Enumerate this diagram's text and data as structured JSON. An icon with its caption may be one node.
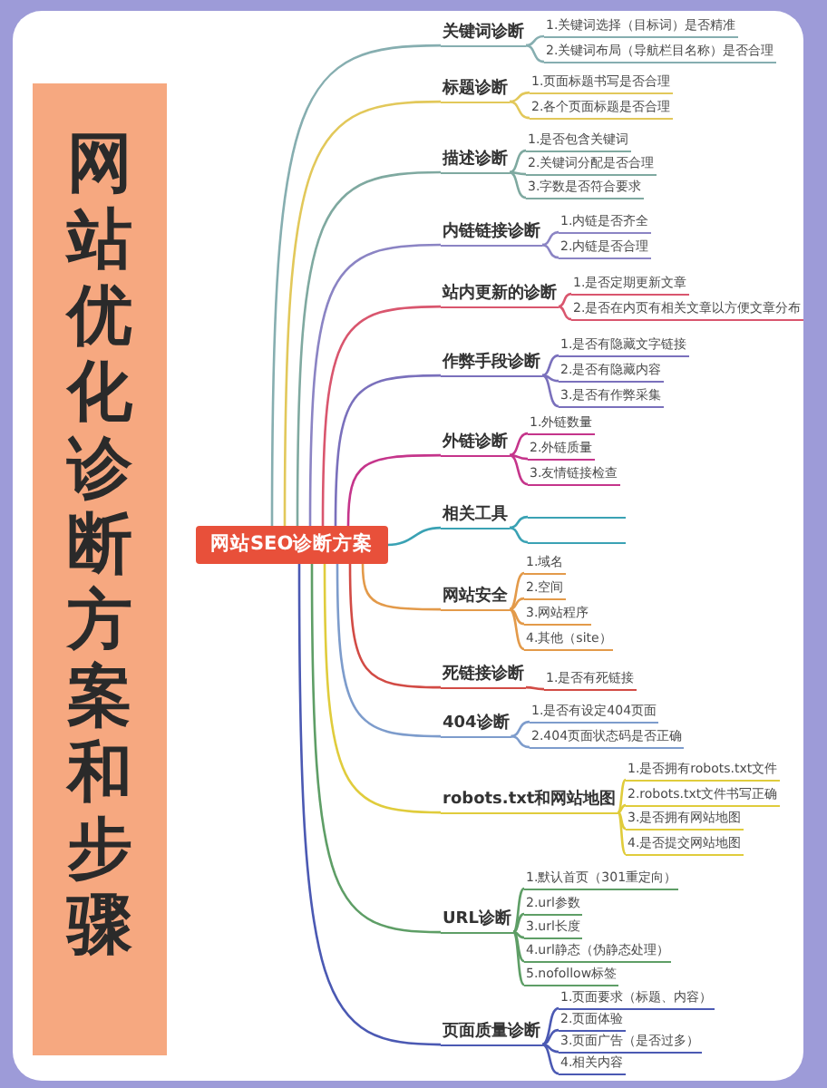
{
  "diagram": {
    "title": "网站优化诊断方案和步骤",
    "nodes": [
      {
        "text": [
          "网站SEO诊断方案"
        ]
      },
      {
        "text": [
          "关键词诊断"
        ]
      },
      {
        "text": [
          "1.关键词选择（目标词）是否精准"
        ]
      },
      {
        "text": [
          "2.关键词布局（导航栏目名称）是否合理"
        ]
      },
      {
        "text": [
          "标题诊断"
        ]
      },
      {
        "text": [
          "1.页面标题书写是否合理"
        ]
      },
      {
        "text": [
          "2.各个页面标题是否合理"
        ]
      },
      {
        "text": [
          "描述诊断"
        ]
      },
      {
        "text": [
          "1.是否包含关键词"
        ]
      },
      {
        "text": [
          "2.关键词分配是否合理"
        ]
      },
      {
        "text": [
          "3.字数是否符合要求"
        ]
      },
      {
        "text": [
          "内链链接诊断"
        ]
      },
      {
        "text": [
          "1.内链是否齐全"
        ]
      },
      {
        "text": [
          "2.内链是否合理"
        ]
      },
      {
        "text": [
          "站内更新的诊断"
        ]
      },
      {
        "text": [
          "1.是否定期更新文章"
        ]
      },
      {
        "text": [
          "2.是否在内页有相关文章以方便文章分布"
        ]
      },
      {
        "text": [
          "作弊手段诊断"
        ]
      },
      {
        "text": [
          "1.是否有隐藏文字链接"
        ]
      },
      {
        "text": [
          "2.是否有隐藏内容"
        ]
      },
      {
        "text": [
          "3.是否有作弊采集"
        ]
      },
      {
        "text": [
          "外链诊断"
        ]
      },
      {
        "text": [
          "1.外链数量"
        ]
      },
      {
        "text": [
          "2.外链质量"
        ]
      },
      {
        "text": [
          "3.友情链接检查"
        ]
      },
      {
        "text": [
          "相关工具"
        ]
      },
      {
        "text": [],
        "shape": "line"
      },
      {
        "text": [],
        "shape": "line"
      },
      {
        "text": [
          "网站安全"
        ]
      },
      {
        "text": [
          "1.域名"
        ]
      },
      {
        "text": [
          "2.空间"
        ]
      },
      {
        "text": [
          "3.网站程序"
        ]
      },
      {
        "text": [
          "4.其他（site）"
        ]
      },
      {
        "text": [
          "死链接诊断"
        ]
      },
      {
        "text": [
          "1.是否有死链接"
        ]
      },
      {
        "text": [
          "404诊断"
        ]
      },
      {
        "text": [
          "1.是否有设定404页面"
        ]
      },
      {
        "text": [
          "2.404页面状态码是否正确"
        ]
      },
      {
        "text": [
          "robots.txt和网站地图"
        ]
      },
      {
        "text": [
          "1.是否拥有robots.txt文件"
        ]
      },
      {
        "text": [
          "2.robots.txt文件书写正确"
        ]
      },
      {
        "text": [
          "3.是否拥有网站地图"
        ]
      },
      {
        "text": [
          "4.是否提交网站地图"
        ]
      },
      {
        "text": [
          "URL诊断"
        ]
      },
      {
        "text": [
          "1.默认首页（301重定向）"
        ]
      },
      {
        "text": [
          "2.url参数"
        ]
      },
      {
        "text": [
          "3.url长度"
        ]
      },
      {
        "text": [
          "4.url静态（伪静态处理）"
        ]
      },
      {
        "text": [
          "5.nofollow标签"
        ]
      },
      {
        "text": [
          "页面质量诊断"
        ]
      },
      {
        "text": [
          "1.页面要求（标题、内容）"
        ]
      },
      {
        "text": [
          "2.页面体验"
        ]
      },
      {
        "text": [
          "3.页面广告（是否过多）"
        ]
      },
      {
        "text": [
          "4.相关内容"
        ]
      }
    ],
    "edges": [
      {
        "from": 0,
        "to": 1,
        "arrow": "none",
        "color": "#86aeb0"
      },
      {
        "from": 1,
        "to": 2,
        "arrow": "none",
        "color": "#86aeb0"
      },
      {
        "from": 1,
        "to": 3,
        "arrow": "none",
        "color": "#86aeb0"
      },
      {
        "from": 0,
        "to": 4,
        "arrow": "none",
        "color": "#e2c85a"
      },
      {
        "from": 4,
        "to": 5,
        "arrow": "none",
        "color": "#e2c85a"
      },
      {
        "from": 4,
        "to": 6,
        "arrow": "none",
        "color": "#e2c85a"
      },
      {
        "from": 0,
        "to": 7,
        "arrow": "none",
        "color": "#7fa9a0"
      },
      {
        "from": 7,
        "to": 8,
        "arrow": "none",
        "color": "#7fa9a0"
      },
      {
        "from": 7,
        "to": 9,
        "arrow": "none",
        "color": "#7fa9a0"
      },
      {
        "from": 7,
        "to": 10,
        "arrow": "none",
        "color": "#7fa9a0"
      },
      {
        "from": 0,
        "to": 11,
        "arrow": "none",
        "color": "#8b84c4"
      },
      {
        "from": 11,
        "to": 12,
        "arrow": "none",
        "color": "#8b84c4"
      },
      {
        "from": 11,
        "to": 13,
        "arrow": "none",
        "color": "#8b84c4"
      },
      {
        "from": 0,
        "to": 14,
        "arrow": "none",
        "color": "#d9566e"
      },
      {
        "from": 14,
        "to": 15,
        "arrow": "none",
        "color": "#d9566e"
      },
      {
        "from": 14,
        "to": 16,
        "arrow": "none",
        "color": "#d9566e"
      },
      {
        "from": 0,
        "to": 17,
        "arrow": "none",
        "color": "#7a70bc"
      },
      {
        "from": 17,
        "to": 18,
        "arrow": "none",
        "color": "#7a70bc"
      },
      {
        "from": 17,
        "to": 19,
        "arrow": "none",
        "color": "#7a70bc"
      },
      {
        "from": 17,
        "to": 20,
        "arrow": "none",
        "color": "#7a70bc"
      },
      {
        "from": 0,
        "to": 21,
        "arrow": "none",
        "color": "#c5358b"
      },
      {
        "from": 21,
        "to": 22,
        "arrow": "none",
        "color": "#c5358b"
      },
      {
        "from": 21,
        "to": 23,
        "arrow": "none",
        "color": "#c5358b"
      },
      {
        "from": 21,
        "to": 24,
        "arrow": "none",
        "color": "#c5358b"
      },
      {
        "from": 0,
        "to": 25,
        "arrow": "none",
        "color": "#3aa2b4"
      },
      {
        "from": 25,
        "to": 26,
        "arrow": "none",
        "color": "#3aa2b4"
      },
      {
        "from": 25,
        "to": 27,
        "arrow": "none",
        "color": "#3aa2b4"
      },
      {
        "from": 0,
        "to": 28,
        "arrow": "none",
        "color": "#e39a4a"
      },
      {
        "from": 28,
        "to": 29,
        "arrow": "none",
        "color": "#e39a4a"
      },
      {
        "from": 28,
        "to": 30,
        "arrow": "none",
        "color": "#e39a4a"
      },
      {
        "from": 28,
        "to": 31,
        "arrow": "none",
        "color": "#e39a4a"
      },
      {
        "from": 28,
        "to": 32,
        "arrow": "none",
        "color": "#e39a4a"
      },
      {
        "from": 0,
        "to": 33,
        "arrow": "none",
        "color": "#d24b45"
      },
      {
        "from": 33,
        "to": 34,
        "arrow": "none",
        "color": "#d24b45"
      },
      {
        "from": 0,
        "to": 35,
        "arrow": "none",
        "color": "#7d9ccc"
      },
      {
        "from": 35,
        "to": 36,
        "arrow": "none",
        "color": "#7d9ccc"
      },
      {
        "from": 35,
        "to": 37,
        "arrow": "none",
        "color": "#7d9ccc"
      },
      {
        "from": 0,
        "to": 38,
        "arrow": "none",
        "color": "#e0cc3c"
      },
      {
        "from": 38,
        "to": 39,
        "arrow": "none",
        "color": "#e0cc3c"
      },
      {
        "from": 38,
        "to": 40,
        "arrow": "none",
        "color": "#e0cc3c"
      },
      {
        "from": 38,
        "to": 41,
        "arrow": "none",
        "color": "#e0cc3c"
      },
      {
        "from": 38,
        "to": 42,
        "arrow": "none",
        "color": "#e0cc3c"
      },
      {
        "from": 0,
        "to": 43,
        "arrow": "none",
        "color": "#5e9e66"
      },
      {
        "from": 43,
        "to": 44,
        "arrow": "none",
        "color": "#5e9e66"
      },
      {
        "from": 43,
        "to": 45,
        "arrow": "none",
        "color": "#5e9e66"
      },
      {
        "from": 43,
        "to": 46,
        "arrow": "none",
        "color": "#5e9e66"
      },
      {
        "from": 43,
        "to": 47,
        "arrow": "none",
        "color": "#5e9e66"
      },
      {
        "from": 43,
        "to": 48,
        "arrow": "none",
        "color": "#5e9e66"
      },
      {
        "from": 0,
        "to": 49,
        "arrow": "none",
        "color": "#4b59b3"
      },
      {
        "from": 49,
        "to": 50,
        "arrow": "none",
        "color": "#4b59b3"
      },
      {
        "from": 49,
        "to": 51,
        "arrow": "none",
        "color": "#4b59b3"
      },
      {
        "from": 49,
        "to": 52,
        "arrow": "none",
        "color": "#4b59b3"
      },
      {
        "from": 49,
        "to": 53,
        "arrow": "none",
        "color": "#4b59b3"
      }
    ]
  }
}
